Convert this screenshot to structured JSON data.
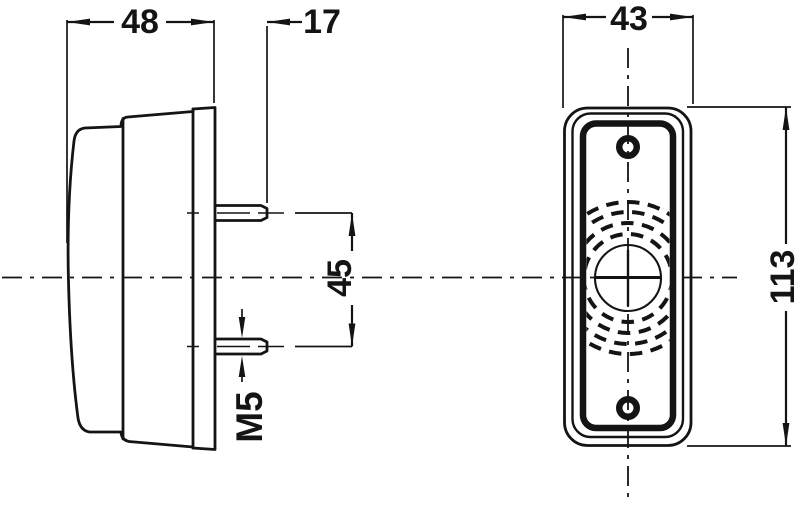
{
  "drawing": {
    "type": "technical-drawing",
    "views": {
      "side_view": {
        "depth_label": "48",
        "stud_length_label": "17",
        "stud_spacing_label": "45",
        "stud_thread_label": "M5"
      },
      "front_view": {
        "width_label": "43",
        "height_label": "113"
      }
    },
    "colors": {
      "ink": "#141414",
      "paper": "#ffffff"
    }
  }
}
